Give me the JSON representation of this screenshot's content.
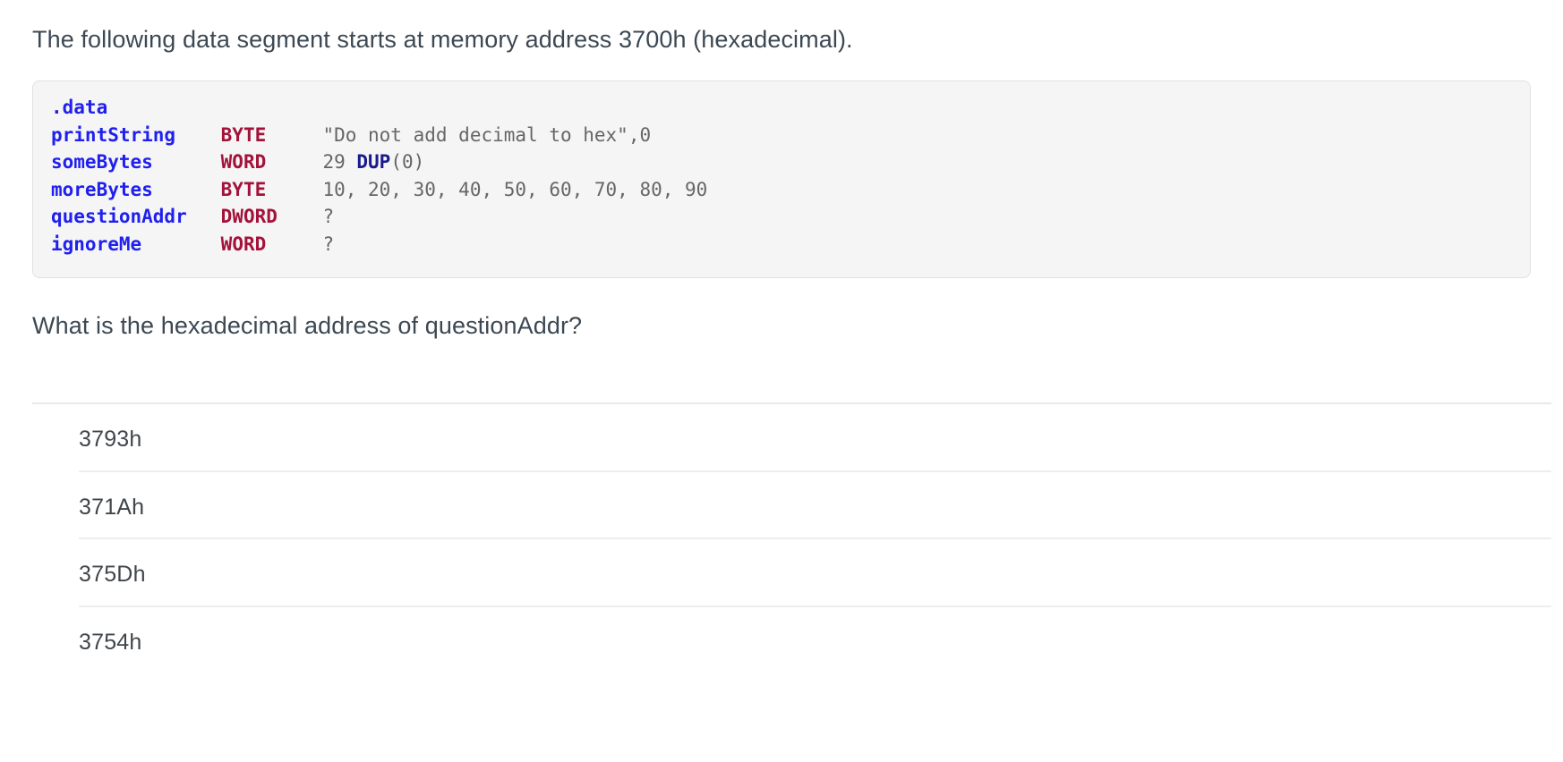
{
  "intro": {
    "text": "The following data segment starts at memory address 3700h (hexadecimal)."
  },
  "code_block": {
    "language": "x86-assembly",
    "lines": [
      {
        "directive": ".data"
      },
      {
        "label": "printString",
        "type": "BYTE",
        "value_string": "\"Do not add decimal to hex\",0"
      },
      {
        "label": "someBytes",
        "type": "WORD",
        "value_count": "29 ",
        "value_keyword": "DUP",
        "value_paren": "(0)"
      },
      {
        "label": "moreBytes",
        "type": "BYTE",
        "value_string": "10, 20, 30, 40, 50, 60, 70, 80, 90"
      },
      {
        "label": "questionAddr",
        "type": "DWORD",
        "value_string": "?"
      },
      {
        "label": "ignoreMe",
        "type": "WORD",
        "value_string": "?"
      }
    ],
    "colors": {
      "background": "#f5f5f5",
      "border": "#dfe1e3",
      "label": "#2020ee",
      "type": "#a3123a",
      "literal": "#666666",
      "keyword": "#1a1a8c"
    }
  },
  "question": {
    "text": "What is the hexadecimal address of questionAddr?"
  },
  "answers": {
    "options": [
      {
        "label": "3793h"
      },
      {
        "label": "371Ah"
      },
      {
        "label": "375Dh"
      },
      {
        "label": "3754h"
      }
    ]
  },
  "theme": {
    "text_color": "#3c4853",
    "divider_color": "#e7e9ea",
    "page_background": "#ffffff"
  }
}
